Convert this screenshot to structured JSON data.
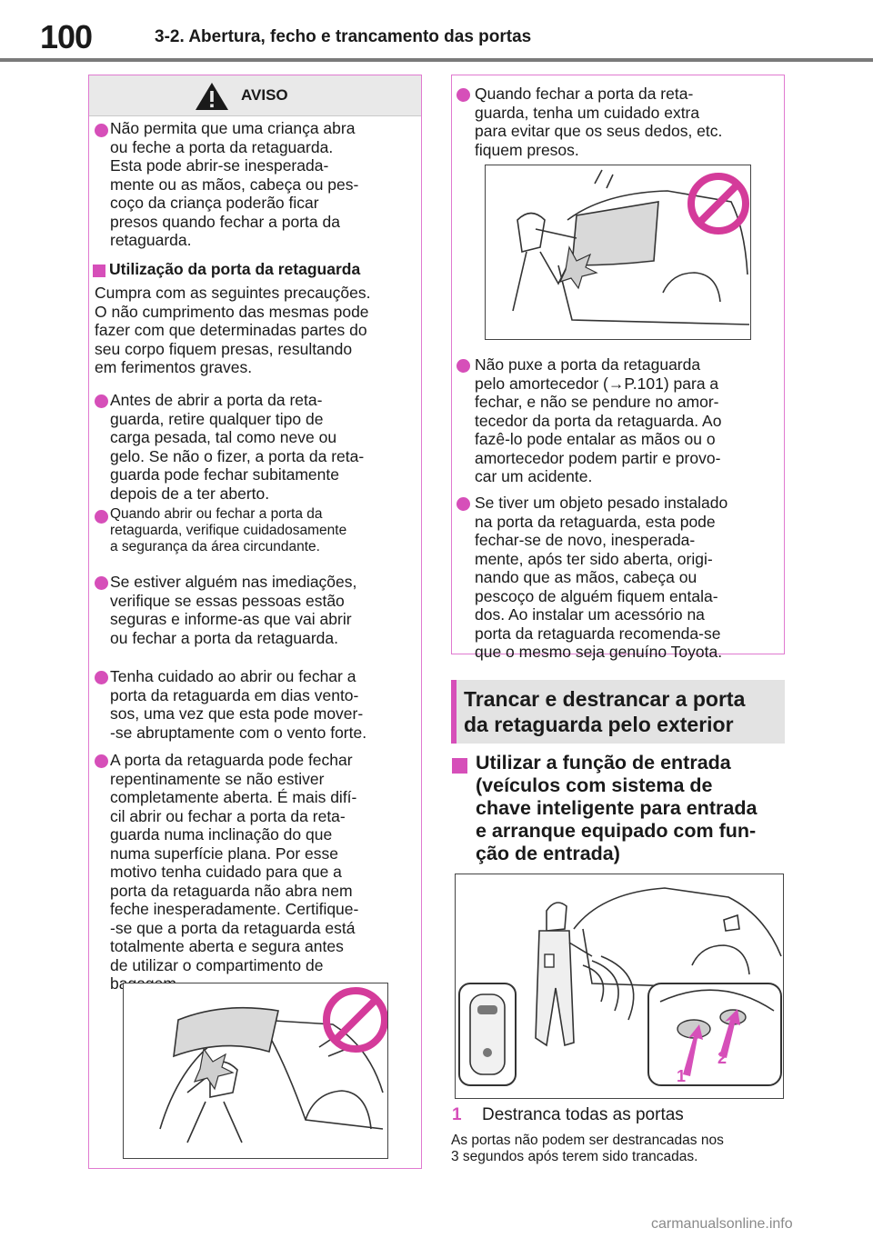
{
  "header": {
    "page_number": "100",
    "title": "3-2. Abertura, fecho e trancamento das portas"
  },
  "warning": {
    "title": "AVISO",
    "left_column": {
      "bullet_1": "Não permita que uma criança abra\nou feche a porta da retaguarda.\nEsta pode abrir-se inesperada-\nmente ou as mãos, cabeça ou pes-\ncoço da criança poderão ficar\npresos quando fechar a porta da\nretaguarda.",
      "subheading": "Utilização da porta da retaguarda",
      "paragraph": "Cumpra com as seguintes precauções.\nO não cumprimento das mesmas pode\nfazer com que determinadas partes do\nseu corpo fiquem presas, resultando\nem ferimentos graves.",
      "bullet_2": "Antes de abrir a porta da reta-\nguarda, retire qualquer tipo de\ncarga pesada, tal como neve ou\ngelo. Se não o fizer, a porta da reta-\nguarda pode fechar subitamente\ndepois de a ter aberto.",
      "bullet_3": "Quando abrir ou fechar a porta da\nretaguarda, verifique cuidadosamente\na segurança da área circundante.",
      "bullet_4": "Se estiver alguém nas imediações,\nverifique se essas pessoas estão\nseguras e informe-as que vai abrir\nou fechar a porta da retaguarda.",
      "bullet_5": "Tenha cuidado ao abrir ou fechar a\nporta da retaguarda em dias vento-\nsos, uma vez que esta pode mover-\n-se abruptamente com o vento forte.",
      "bullet_6": "A porta da retaguarda pode fechar\nrepentinamente se não estiver\ncompletamente aberta. É mais difí-\ncil abrir ou fechar a porta da reta-\nguarda numa inclinação do que\nnuma superfície plana. Por esse\nmotivo tenha cuidado para que a\nporta da retaguarda não abra nem\nfeche inesperadamente. Certifique-\n-se que a porta da retaguarda está\ntotalmente aberta e segura antes\nde utilizar o compartimento de\nbagagem."
    },
    "right_column": {
      "bullet_1": "Quando fechar a porta da reta-\nguarda, tenha um cuidado extra\npara evitar que os seus dedos, etc.\nfiquem presos.",
      "bullet_2": "Não puxe a porta da retaguarda\npelo amortecedor (→P.101) para a\nfechar, e não se pendure no amor-\ntecedor da porta da retaguarda. Ao\nfazê-lo pode entalar as mãos ou o\namortecedor podem partir e provo-\ncar um acidente.",
      "bullet_3": "Se tiver um objeto pesado instalado\nna porta da retaguarda, esta pode\nfechar-se de novo, inesperada-\nmente, após ter sido aberta, origi-\nnando que as mãos, cabeça ou\npescoço de alguém fiquem entala-\ndos. Ao instalar um acessório na\nporta da retaguarda recomenda-se\nque o mesmo seja genuíno Toyota."
    }
  },
  "section": {
    "title": "Trancar e destrancar a porta\nda retaguarda pelo exterior",
    "subheading": "Utilizar a função de entrada\n(veículos com sistema de\nchave inteligente para entrada\ne arranque equipado com fun-\nção de entrada)",
    "figure_labels": {
      "label_1": "1",
      "label_2": "2"
    },
    "step_number": "1",
    "step_text": "Destranca todas as portas",
    "step_note": "As portas não podem ser destrancadas nos\n3 segundos após terem sido trancadas."
  },
  "watermark": "carmanualsonline.info",
  "colors": {
    "accent": "#d64fb9",
    "box_border": "#e07ad0",
    "header_gray": "#e9e9e9"
  }
}
